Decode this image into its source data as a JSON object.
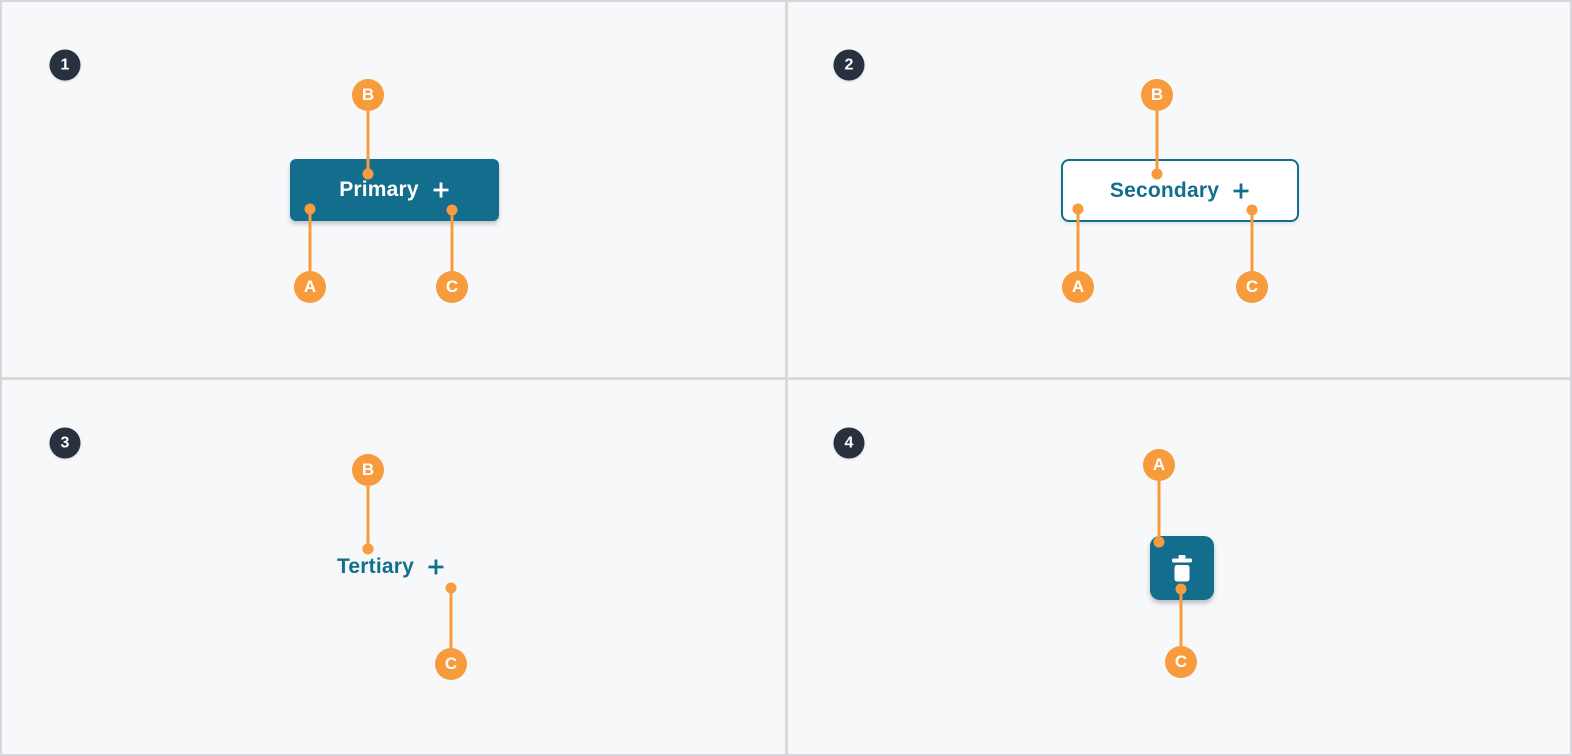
{
  "ui": {
    "colors": {
      "accent": "#F89B3D",
      "teal": "#136E8E",
      "badge": "#28323E",
      "panel_bg": "#F7F8FA",
      "divider": "#D9D9D9",
      "border": "#D5D7DA",
      "white": "#FFFFFF"
    }
  },
  "panels": [
    {
      "number": "1",
      "component": {
        "type": "primary-button",
        "label": "Primary",
        "icon": "plus-icon"
      },
      "markers": {
        "a": "A",
        "b": "B",
        "c": "C"
      }
    },
    {
      "number": "2",
      "component": {
        "type": "secondary-button",
        "label": "Secondary",
        "icon": "plus-icon"
      },
      "markers": {
        "a": "A",
        "b": "B",
        "c": "C"
      }
    },
    {
      "number": "3",
      "component": {
        "type": "tertiary-button",
        "label": "Tertiary",
        "icon": "plus-icon"
      },
      "markers": {
        "b": "B",
        "c": "C"
      }
    },
    {
      "number": "4",
      "component": {
        "type": "icon-button",
        "icon": "trash-icon"
      },
      "markers": {
        "a": "A",
        "c": "C"
      }
    }
  ]
}
